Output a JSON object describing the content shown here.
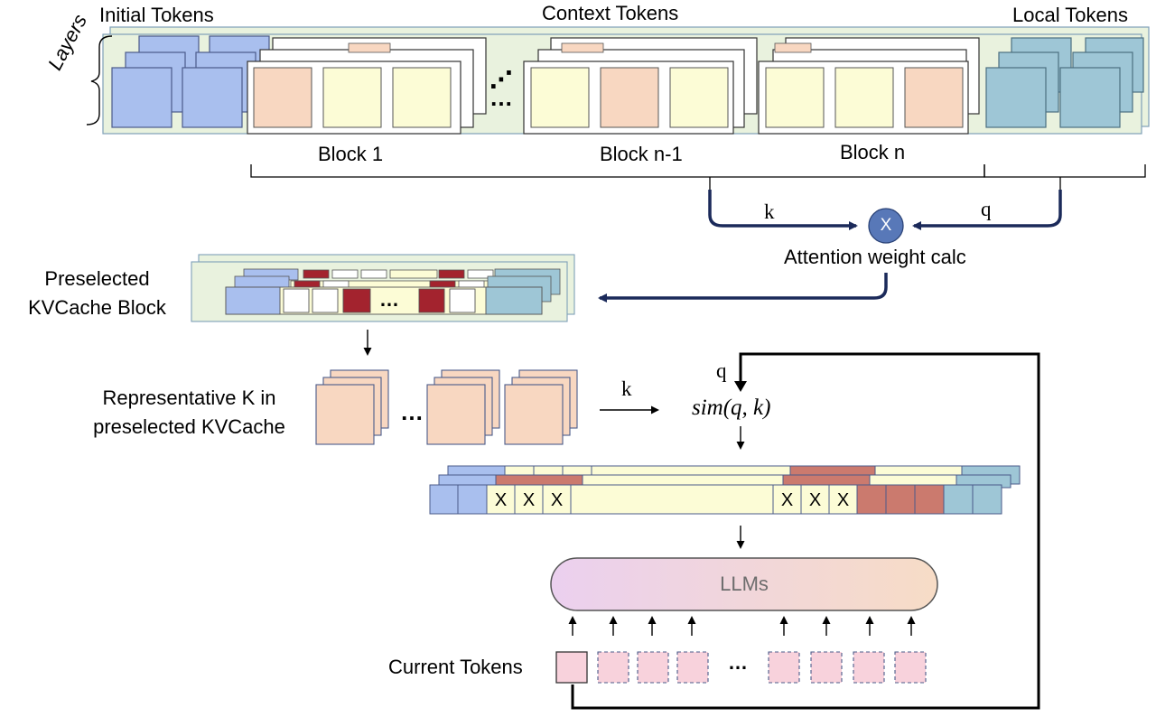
{
  "colors": {
    "blue": "#a9bfee",
    "peach": "#f8d7c1",
    "cream": "#fcfcd6",
    "teal": "#9ec6d6",
    "red": "#a3232e",
    "dull_red": "#cb7a6e",
    "green_bg": "#e9f2de",
    "navy": "#1b2a5a",
    "pink": "#f8d2dc"
  },
  "kv": {
    "initial_label": "Initial Tokens",
    "context_label": "Context Tokens",
    "local_label": "Local Tokens",
    "layers_label": "Layers",
    "blocks": [
      "Block 1",
      "Block n-1",
      "Block n"
    ]
  },
  "attention": {
    "k_label": "k",
    "q_label": "q",
    "op_symbol": "X",
    "caption": "Attention weight calc"
  },
  "preselected": {
    "label_line1": "Preselected",
    "label_line2": "KVCache Block"
  },
  "representative": {
    "label_line1": "Representative K in",
    "label_line2": "preselected KVCache"
  },
  "similarity": {
    "k_label": "k",
    "q_label": "q",
    "formula": "sim(q, k)"
  },
  "selected": {
    "marks": [
      "X",
      "X",
      "X",
      "X",
      "X",
      "X"
    ]
  },
  "llm": {
    "label": "LLMs"
  },
  "current": {
    "label": "Current Tokens"
  },
  "ellipsis": "…",
  "ellipsis_vertical": "⋰"
}
